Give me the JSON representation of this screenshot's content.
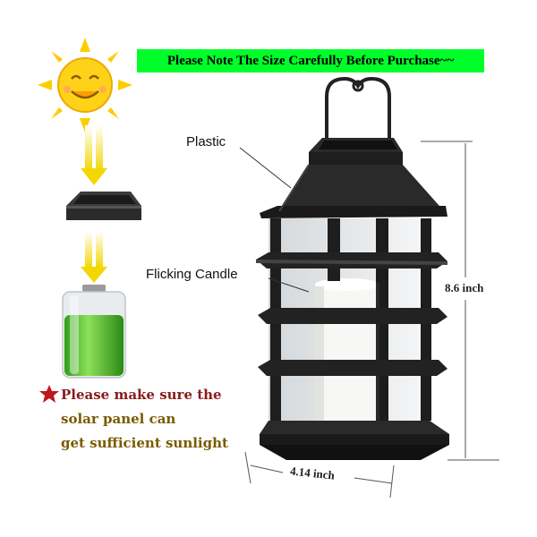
{
  "banner": {
    "text": "Please Note The Size Carefully Before Purchase~~",
    "color": "#00ff2a"
  },
  "labels": {
    "plastic": "Plastic",
    "candle": "Flicking Candle"
  },
  "dimensions": {
    "height": "8.6 inch",
    "width": "4.14 inch"
  },
  "note": {
    "line1": "Please make sure the",
    "line2": "solar panel can",
    "line3": "get sufficient sunlight",
    "color_line1": "#8b1a1a",
    "color_lines": "#7a5a00"
  },
  "icons": [
    "sun-icon",
    "arrow-down-icon",
    "solar-panel-icon",
    "battery-icon",
    "star-icon"
  ]
}
